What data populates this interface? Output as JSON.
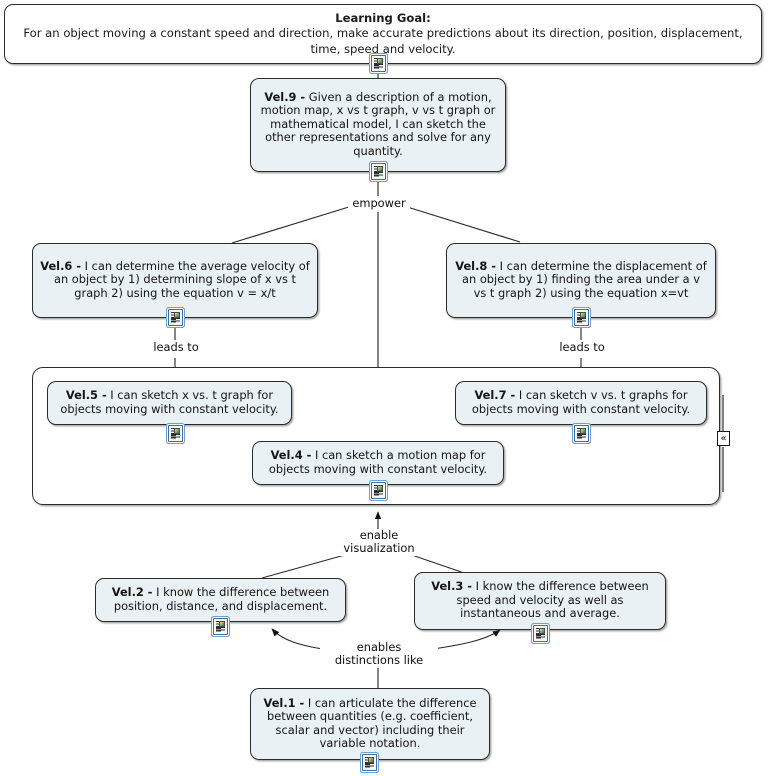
{
  "goal": {
    "title": "Learning Goal:",
    "body": "For an object moving a constant speed and direction, make accurate predictions about its direction, position, displacement, time, speed and velocity."
  },
  "nodes": [
    {
      "id": "vel9",
      "code": "Vel.9 -",
      "text": " Given a description of a motion, motion map, x vs t graph, v vs t graph or mathematical model, I can sketch the other representations and solve for any quantity."
    },
    {
      "id": "vel6",
      "code": "Vel.6 -",
      "text": " I can determine the average velocity of an object by  1) determining slope of x vs t graph  2) using the equation v = x/t"
    },
    {
      "id": "vel8",
      "code": "Vel.8 -",
      "text": " I can determine the displacement of an object by  1) finding the area under a v vs t graph  2) using the equation x=vt"
    },
    {
      "id": "vel5",
      "code": "Vel.5 -",
      "text": " I can sketch x vs. t graph for objects moving with constant velocity."
    },
    {
      "id": "vel7",
      "code": "Vel.7 -",
      "text": " I can sketch v vs. t graphs for objects moving with constant velocity."
    },
    {
      "id": "vel4",
      "code": "Vel.4 -",
      "text": " I can sketch a motion map for objects moving with constant velocity."
    },
    {
      "id": "vel2",
      "code": "Vel.2 -",
      "text": " I know the difference between position, distance, and displacement."
    },
    {
      "id": "vel3",
      "code": "Vel.3 -",
      "text": " I know the difference between speed and velocity as well as instantaneous and average."
    },
    {
      "id": "vel1",
      "code": "Vel.1 -",
      "text": " I can articulate the difference between quantities (e.g. coefficient, scalar and vector) including their variable notation."
    }
  ],
  "edge_labels": {
    "empower": "empower",
    "leads_to_left": "leads to",
    "leads_to_right": "leads to",
    "enable_visualization": "enable\nvisualization",
    "enables_distinctions": "enables\ndistinctions like"
  },
  "markers": {
    "collapse": "«"
  },
  "icons": {
    "resource": "document-resource-icon"
  },
  "colors": {
    "node_fill": "#e9f1f4",
    "node_border": "#2b2b2b",
    "canvas": "#ffffff",
    "edge": "#1a1a1a",
    "icon_border": "#3b6ea8"
  }
}
